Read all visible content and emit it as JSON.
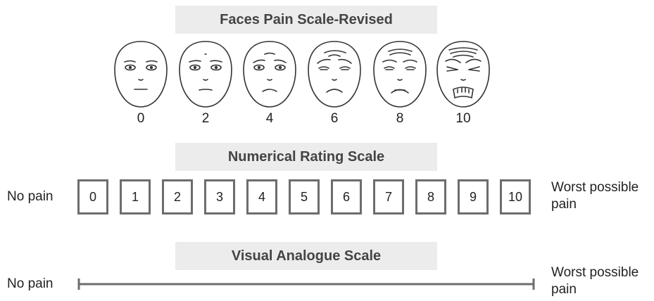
{
  "fps": {
    "title": "Faces Pain Scale-Revised",
    "scores": [
      "0",
      "2",
      "4",
      "6",
      "8",
      "10"
    ]
  },
  "nrs": {
    "title": "Numerical Rating Scale",
    "values": [
      "0",
      "1",
      "2",
      "3",
      "4",
      "5",
      "6",
      "7",
      "8",
      "9",
      "10"
    ],
    "left_label": "No pain",
    "right_label_line1": "Worst possible",
    "right_label_line2": "pain"
  },
  "vas": {
    "title": "Visual Analogue Scale",
    "left_label": "No pain",
    "right_label_line1": "Worst possible",
    "right_label_line2": "pain"
  },
  "colors": {
    "banner_bg": "#ececec",
    "box_border": "#6d6d6d",
    "line": "#6d6d6d"
  },
  "icons": [
    "face-0-icon",
    "face-2-icon",
    "face-4-icon",
    "face-6-icon",
    "face-8-icon",
    "face-10-icon"
  ]
}
